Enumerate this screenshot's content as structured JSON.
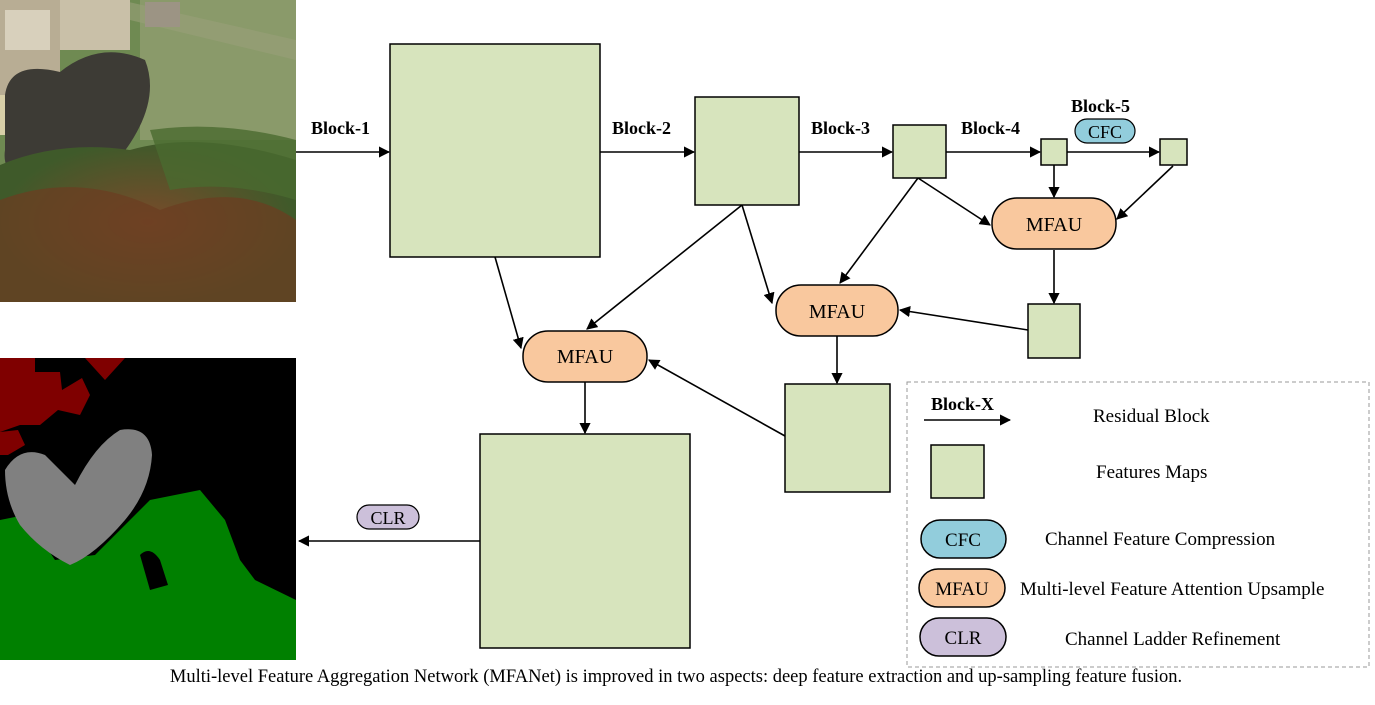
{
  "colors": {
    "feature_map_fill": "#d7e4bd",
    "mfau_fill": "#f9c89e",
    "cfc_fill": "#92cddc",
    "clr_fill": "#ccc0da",
    "seg_background": "#000000",
    "seg_building": "#7f0000",
    "seg_water_heart": "#808080",
    "seg_vegetation": "#008000"
  },
  "blocks": {
    "block1": "Block-1",
    "block2": "Block-2",
    "block3": "Block-3",
    "block4": "Block-4",
    "block5": "Block-5"
  },
  "modules": {
    "cfc": "CFC",
    "mfau": "MFAU",
    "clr": "CLR"
  },
  "legend": {
    "block_x": "Block-X",
    "residual_block": "Residual Block",
    "features_maps": "Features Maps",
    "cfc": "CFC",
    "cfc_desc": "Channel Feature Compression",
    "mfau": "MFAU",
    "mfau_desc": "Multi-level Feature Attention Upsample",
    "clr": "CLR",
    "clr_desc": "Channel Ladder Refinement"
  },
  "caption": "Multi-level Feature Aggregation Network (MFANet)  is improved in two aspects: deep feature extraction and up-sampling feature fusion."
}
